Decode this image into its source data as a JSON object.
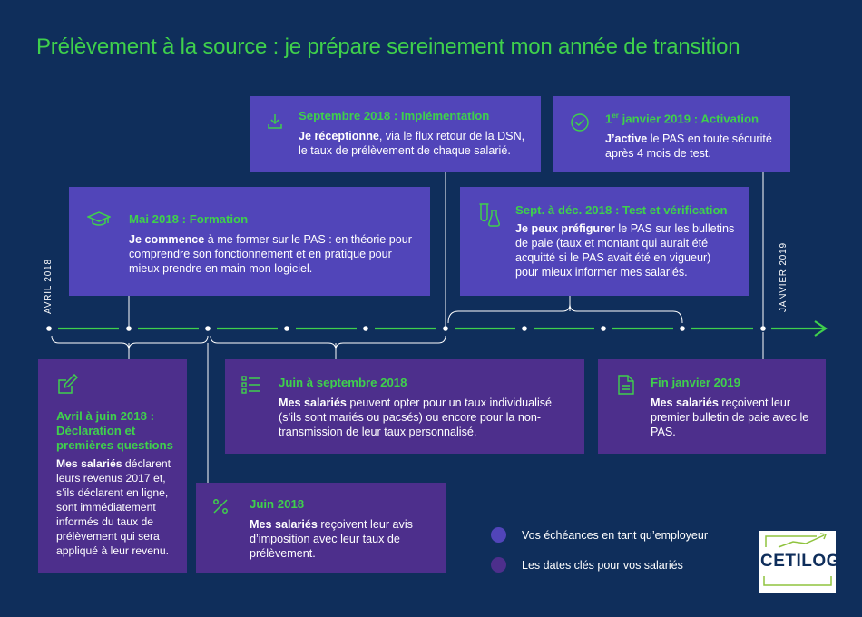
{
  "title": "Prélèvement à la source : je prépare sereinement mon année de transition",
  "colors": {
    "background": "#0f2e5b",
    "accent_green": "#3fd04c",
    "employer_card": "#5145b9",
    "employee_card": "#4d2f8c"
  },
  "axis_labels": {
    "start": "AVRIL 2018",
    "end": "JANVIER 2019"
  },
  "employer_cards": [
    {
      "icon": "download-icon",
      "title": "Septembre 2018 : Implémentation",
      "lead": "Je réceptionne",
      "text": ", via le flux retour de la DSN, le taux de prélèvement de chaque salarié."
    },
    {
      "icon": "check-circle-icon",
      "title_sup_prefix": "1",
      "title_sup": "er",
      "title": " janvier 2019 : Activation",
      "lead": "J’active",
      "text": " le PAS en toute sécurité après 4 mois de test."
    },
    {
      "icon": "graduation-cap-icon",
      "title": "Mai 2018 : Formation",
      "lead": "Je commence",
      "text": " à me former sur le PAS : en théorie pour comprendre son fonctionnement et en pratique pour mieux prendre en main mon logiciel."
    },
    {
      "icon": "flask-icon",
      "title": "Sept. à déc. 2018 : Test et vérification",
      "lead": "Je peux préfigurer",
      "text": " le PAS sur les bulletins de paie (taux et montant qui aurait été acquitté si le PAS avait été en vigueur) pour mieux informer mes salariés."
    }
  ],
  "employee_cards": [
    {
      "icon": "edit-form-icon",
      "title": "Avril à juin 2018 : Déclaration et premières questions",
      "lead": "Mes salariés",
      "text": " déclarent leurs revenus 2017 et, s’ils déclarent en ligne, sont immédiatement informés du taux de prélèvement qui sera appliqué à leur revenu."
    },
    {
      "icon": "list-icon",
      "title": "Juin à septembre 2018",
      "lead": "Mes salariés",
      "text": " peuvent opter pour un taux individualisé (s’ils sont mariés ou pacsés) ou encore pour la non-transmission de leur taux personnalisé."
    },
    {
      "icon": "document-icon",
      "title": "Fin janvier 2019",
      "lead": "Mes salariés",
      "text": " reçoivent leur premier bulletin de paie avec le PAS."
    },
    {
      "icon": "percent-icon",
      "title": "Juin 2018",
      "lead": "Mes salariés",
      "text": " reçoivent leur avis d’imposition avec leur taux de prélèvement."
    }
  ],
  "legend": [
    {
      "label": "Vos échéances en tant qu’employeur",
      "color": "#5145b9"
    },
    {
      "label": "Les dates clés pour vos salariés",
      "color": "#4d2f8c"
    }
  ],
  "logo": {
    "text": "CETILOG"
  }
}
